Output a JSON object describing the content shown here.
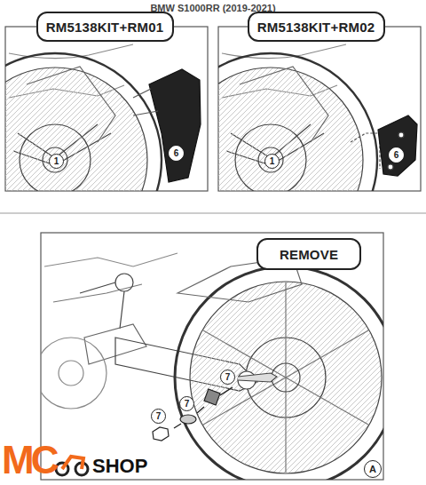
{
  "diagram": {
    "title": "BMW S1000RR (2019-2021)",
    "nodes": [
      {
        "text": [
          "RM5138KIT+RM01"
        ]
      },
      {
        "text": [
          "RM5138KIT+RM02"
        ]
      },
      {
        "text": [
          "REMOVE"
        ]
      }
    ],
    "labels": [
      "1",
      "6",
      "1",
      "6",
      "7",
      "7",
      "7",
      "A",
      "MC",
      "SHOP"
    ]
  }
}
